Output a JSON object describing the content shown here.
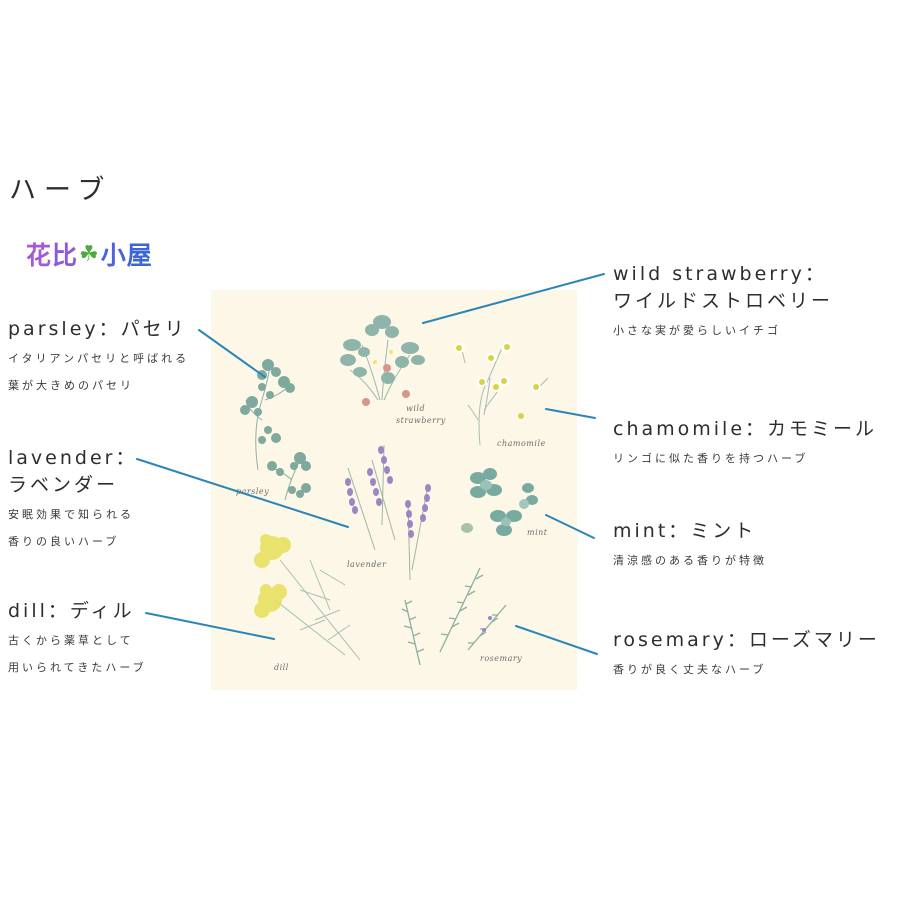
{
  "page": {
    "title": "ハーブ",
    "logo": {
      "chars": [
        "花",
        "比",
        "小",
        "屋"
      ],
      "clover_icon": "four-leaf-clover-icon",
      "colors": [
        "#a35ad6",
        "#8a5be0",
        "#4d61d9",
        "#3b65d8"
      ],
      "clover_color": "#4caa3f"
    }
  },
  "panel": {
    "background": "#fdf7e7",
    "plant_labels": {
      "parsley": "parsley",
      "wild_strawberry_1": "wild",
      "wild_strawberry_2": "strawberry",
      "chamomile": "chamomile",
      "lavender": "lavender",
      "mint": "mint",
      "dill": "dill",
      "rosemary": "rosemary"
    }
  },
  "connector_color": "#2a86b8",
  "herbs": {
    "parsley": {
      "name": "parsley：パセリ",
      "desc": [
        "イタリアンパセリと呼ばれる",
        "葉が大きめのパセリ"
      ]
    },
    "lavender": {
      "name": [
        "lavender：",
        "ラベンダー"
      ],
      "desc": [
        "安眠効果で知られる",
        "香りの良いハーブ"
      ]
    },
    "dill": {
      "name": "dill：ディル",
      "desc": [
        "古くから薬草として",
        "用いられてきたハーブ"
      ]
    },
    "wild_strawberry": {
      "name": [
        "wild strawberry：",
        "ワイルドストロベリー"
      ],
      "desc": [
        "小さな実が愛らしいイチゴ"
      ]
    },
    "chamomile": {
      "name": "chamomile：カモミール",
      "desc": [
        "リンゴに似た香りを持つハーブ"
      ]
    },
    "mint": {
      "name": "mint：ミント",
      "desc": [
        "清涼感のある香りが特徴"
      ]
    },
    "rosemary": {
      "name": "rosemary：ローズマリー",
      "desc": [
        "香りが良く丈夫なハーブ"
      ]
    }
  }
}
